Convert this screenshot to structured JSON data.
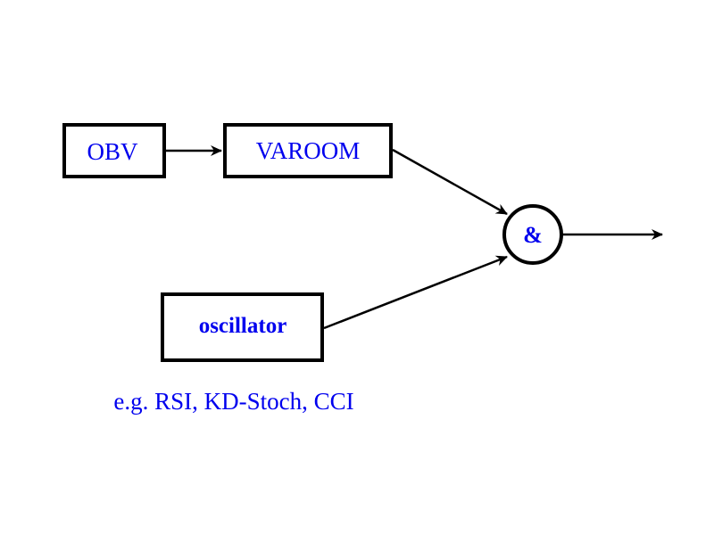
{
  "diagram": {
    "nodes": {
      "obv": {
        "label": "OBV"
      },
      "varoom": {
        "label": "VAROOM"
      },
      "oscillator": {
        "label": "oscillator"
      },
      "and_gate": {
        "label": "&"
      }
    },
    "edges": [
      {
        "from": "obv",
        "to": "varoom"
      },
      {
        "from": "varoom",
        "to": "and_gate"
      },
      {
        "from": "oscillator",
        "to": "and_gate"
      },
      {
        "from": "and_gate",
        "to": "output"
      }
    ],
    "annotation": "e.g. RSI, KD-Stoch, CCI"
  },
  "colors": {
    "text": "#0000ee",
    "stroke": "#000000",
    "background": "#ffffff"
  }
}
